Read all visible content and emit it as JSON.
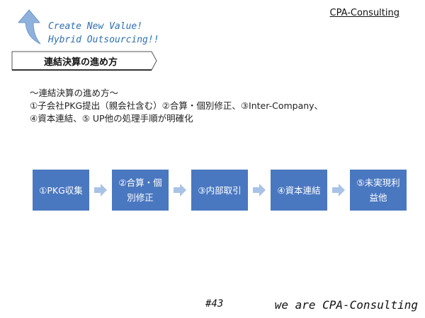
{
  "header": {
    "tagline": [
      "Create New Value!",
      "Hybrid Outsourcing!!"
    ],
    "brand": "CPA-Consulting",
    "logo_icon": "up-arrow-icon"
  },
  "title": "連結決算の進め方",
  "body": {
    "lines": [
      "～連結決算の進め方～",
      "①子会社PKG提出（親会社含む）②合算・個別修正、③Inter-Company、",
      "④資本連結、⑤ UP他の処理手順が明確化"
    ]
  },
  "steps": [
    {
      "label": "①PKG収集"
    },
    {
      "label": "②合算・個別修正"
    },
    {
      "label": "③内部取引"
    },
    {
      "label": "④資本連結"
    },
    {
      "label": "⑤未実現利益他"
    }
  ],
  "page_number": "#43",
  "footer": "we are CPA-Consulting",
  "colors": {
    "accent": "#4a78c0",
    "arrow": "#a9c3e6",
    "logo": "#8fb2dd",
    "tagline": "#2f6fb3"
  }
}
